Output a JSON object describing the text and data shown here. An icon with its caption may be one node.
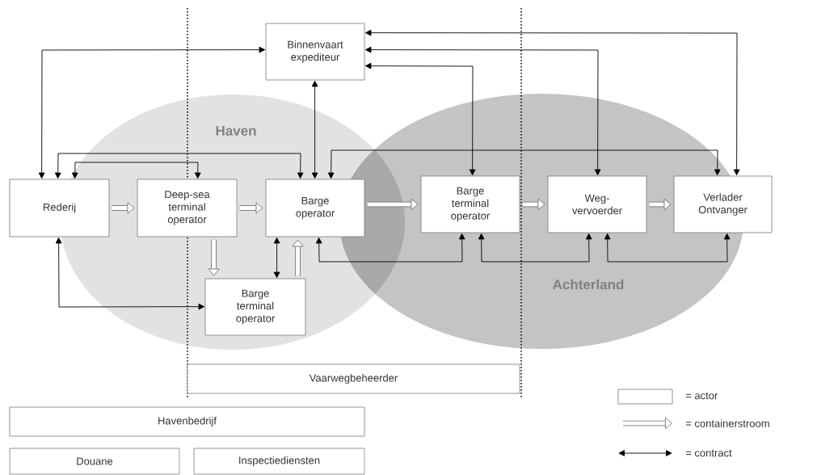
{
  "diagram": {
    "nodes": [
      {
        "text": [
          "Binnenvaart expediteur"
        ]
      },
      {
        "text": [
          "Rederij"
        ]
      },
      {
        "text": [
          "Deep-sea terminal operator"
        ]
      },
      {
        "text": [
          "Barge operator"
        ]
      },
      {
        "text": [
          "Barge terminal operator"
        ]
      },
      {
        "text": [
          "Weg-vervoerder"
        ]
      },
      {
        "text": [
          "Verlader Ontvanger"
        ]
      },
      {
        "text": [
          "Barge terminal operator"
        ]
      },
      {
        "text": [
          "Vaarwegbeheerder"
        ]
      },
      {
        "text": [
          "Havenbedrijf"
        ]
      },
      {
        "text": [
          "Douane"
        ]
      },
      {
        "text": [
          "Inspectiediensten"
        ]
      }
    ],
    "edges": [
      {
        "from": 1,
        "to": 0,
        "arrow": "both"
      },
      {
        "from": 1,
        "to": 2,
        "arrow": "both"
      },
      {
        "from": 1,
        "to": 3,
        "arrow": "both"
      },
      {
        "from": 0,
        "to": 3,
        "arrow": "both"
      },
      {
        "from": 3,
        "to": 6,
        "arrow": "both"
      },
      {
        "from": 0,
        "to": 6,
        "arrow": "both"
      },
      {
        "from": 0,
        "to": 5,
        "arrow": "both"
      },
      {
        "from": 0,
        "to": 4,
        "arrow": "both"
      },
      {
        "from": 1,
        "to": 7,
        "arrow": "both"
      },
      {
        "from": 3,
        "to": 7,
        "arrow": "both"
      },
      {
        "from": 3,
        "to": 4,
        "arrow": "both"
      },
      {
        "from": 4,
        "to": 5,
        "arrow": "both"
      },
      {
        "from": 5,
        "to": 6,
        "arrow": "both"
      },
      {
        "from": 1,
        "to": 2,
        "arrow": "to",
        "style": "thick",
        "color": "#666666"
      },
      {
        "from": 2,
        "to": 3,
        "arrow": "to",
        "style": "thick",
        "color": "#666666"
      },
      {
        "from": 3,
        "to": 4,
        "arrow": "to",
        "style": "thick",
        "color": "#666666"
      },
      {
        "from": 4,
        "to": 5,
        "arrow": "to",
        "style": "thick",
        "color": "#666666"
      },
      {
        "from": 5,
        "to": 6,
        "arrow": "to",
        "style": "thick",
        "color": "#666666"
      },
      {
        "from": 2,
        "to": 7,
        "arrow": "to",
        "style": "thick",
        "color": "#666666"
      },
      {
        "from": 7,
        "to": 3,
        "arrow": "to",
        "style": "thick",
        "color": "#666666"
      }
    ],
    "labels": [
      "Haven",
      "Achterland"
    ],
    "legend": [
      {
        "text": "= actor"
      },
      {
        "text": "= containerstroom"
      },
      {
        "text": "= contract"
      }
    ]
  }
}
